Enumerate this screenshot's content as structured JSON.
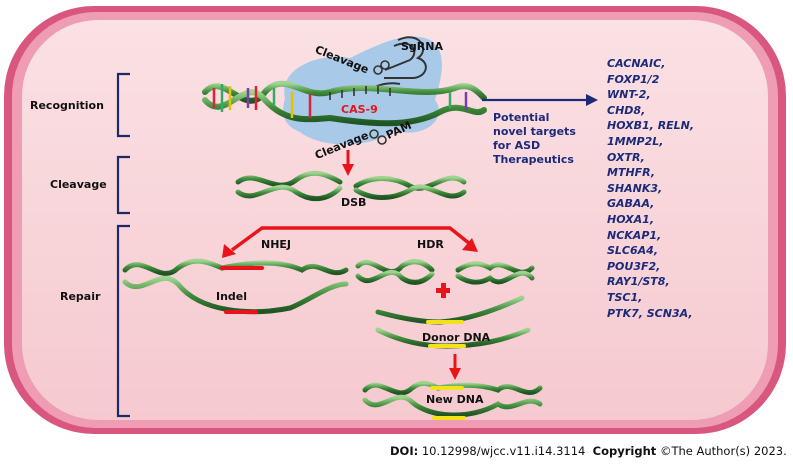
{
  "stages": {
    "recognition": "Recognition",
    "cleavage": "Cleavage",
    "repair": "Repair"
  },
  "labels": {
    "cas9": "CAS-9",
    "sgrna": "SgRNA",
    "cleavage_top": "Cleavage",
    "cleavage_bottom": "Cleavage",
    "pam": "PAM",
    "dsb": "DSB",
    "nhej": "NHEJ",
    "hdr": "HDR",
    "indel": "Indel",
    "donor_dna": "Donor DNA",
    "new_dna": "New DNA"
  },
  "targets_heading": [
    "Potential",
    "novel targets",
    "for ASD",
    "Therapeutics"
  ],
  "targets": [
    "CACNAIC,",
    "FOXP1/2",
    "WNT-2,",
    "CHD8,",
    "HOXB1, RELN,",
    "1MMP2L,",
    "OXTR,",
    "MTHFR,",
    "SHANK3,",
    "GABAA,",
    "HOXA1,",
    "NCKAP1,",
    "SLC6A4,",
    "POU3F2,",
    "RAY1/ST8,",
    "TSC1,",
    "PTK7, SCN3A,"
  ],
  "footer": {
    "doi_label": "DOI:",
    "doi_value": "10.12998/wjcc.v11.i14.3114",
    "copyright_label": "Copyright",
    "copyright_value": "©The Author(s) 2023."
  },
  "colors": {
    "cell_outer": "#e07a9a",
    "cell_inner": "#f8d3d8",
    "cas9_blob": "#9fc6e8",
    "dna_strand": "#2e6b34",
    "arrow_red": "#e8141a",
    "arrow_navy": "#1c2a7a",
    "bracket": "#1c2a66",
    "donor_highlight": "#f3e21a"
  }
}
